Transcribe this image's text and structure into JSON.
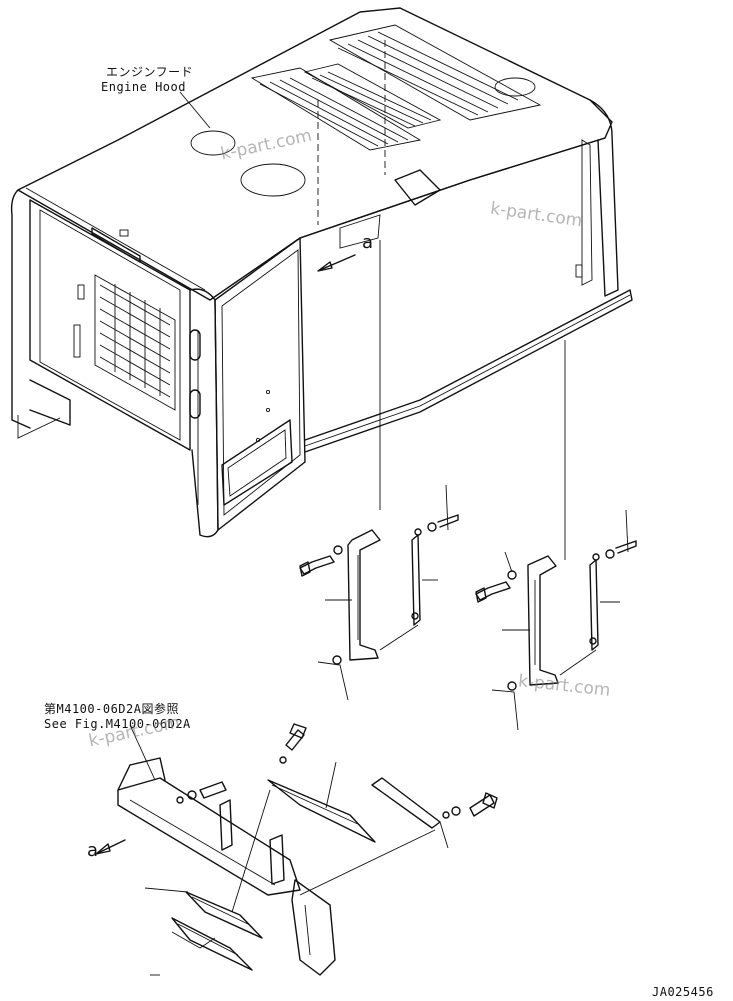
{
  "labels": {
    "hood_jp": "エンジンフード",
    "hood_en": "Engine Hood",
    "ref_jp": "第M4100-06D2A図参照",
    "ref_en": "See Fig.M4100-06D2A",
    "section_upper": "a",
    "section_lower": "a",
    "drawing_no": "JA025456"
  },
  "watermarks": [
    "k-part.com",
    "k-part.com",
    "k-part.com",
    "k-part.com"
  ]
}
